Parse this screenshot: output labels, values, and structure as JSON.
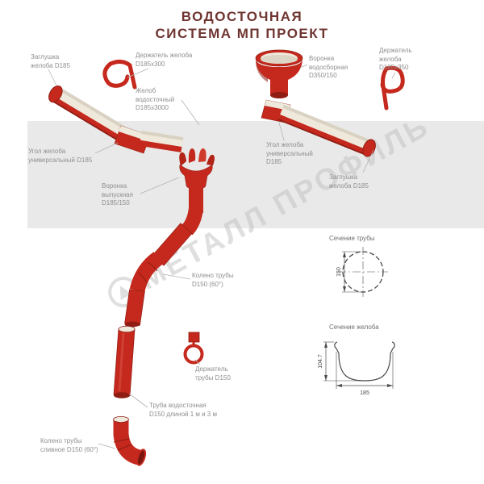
{
  "title": "ВОДОСТОЧНАЯ\nСИСТЕМА МП ПРОЕКТ",
  "watermark": "МЕТАЛЛ ПРОФИЛЬ",
  "labels": {
    "end_cap_left": "Заглушка\nжелоба D185",
    "gutter_holder_left": "Держатель желоба\nD185х300",
    "collector_funnel": "Воронка\nводосборная\nD350/150",
    "gutter_holder_right": "Держатель\nжелоба\nD185х350",
    "gutter": "Желоб\nводосточный\nD185х3000",
    "gutter_corner_left": "Угол желоба\nуниверсальный D185",
    "gutter_corner_right": "Угол желоба\nуниверсальный\nD185",
    "end_cap_right": "Заглушка\nжелоба D185",
    "outlet_funnel": "Воронка\nвыпускная\nD185/150",
    "pipe_elbow": "Колено трубы\nD150 (60°)",
    "pipe_holder": "Держатель\nтрубы D150",
    "downpipe": "Труба водосточная\nD150 длиной 1 м и 3 м",
    "drain_elbow": "Колено трубы\nсливное D150 (60°)",
    "pipe_section": "Сечение трубы",
    "gutter_section": "Сечение желоба"
  },
  "dimensions": {
    "pipe_diameter": "150",
    "gutter_width": "185",
    "gutter_height": "104.7"
  },
  "colors": {
    "part_red": "#c5281c",
    "part_red_dark": "#8f1d14",
    "part_cream": "#efe9dc",
    "band_gray": "#e9e9e9",
    "title_color": "#6f3531",
    "label_gray": "#8f8f8f"
  }
}
